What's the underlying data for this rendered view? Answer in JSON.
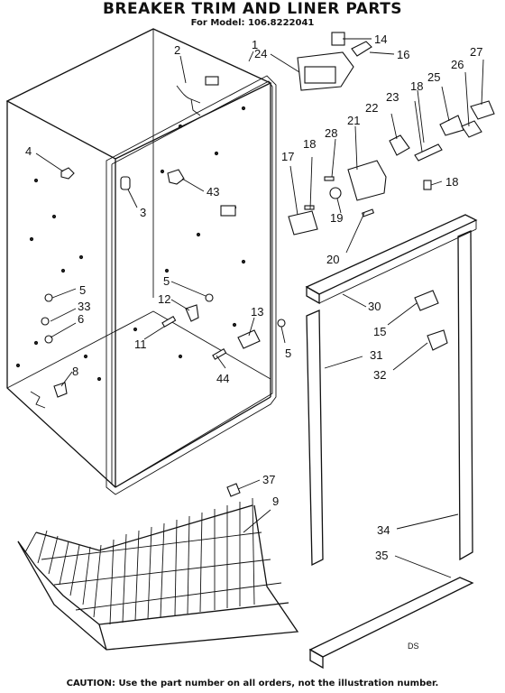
{
  "header": {
    "title": "BREAKER TRIM AND LINER PARTS",
    "subtitle": "For Model: 106.8222041"
  },
  "footer": {
    "caution": "CAUTION: Use the part number on all orders, not the illustration number.",
    "code": "DS"
  },
  "callouts": {
    "c1": "1",
    "c2": "2",
    "c3": "3",
    "c4": "4",
    "c5a": "5",
    "c5b": "5",
    "c5c": "5",
    "c6": "6",
    "c8": "8",
    "c9": "9",
    "c11": "11",
    "c12": "12",
    "c13": "13",
    "c14": "14",
    "c15": "15",
    "c16": "16",
    "c17": "17",
    "c18a": "18",
    "c18b": "18",
    "c18c": "18",
    "c19": "19",
    "c20": "20",
    "c21": "21",
    "c22": "22",
    "c23": "23",
    "c24": "24",
    "c25": "25",
    "c26": "26",
    "c27": "27",
    "c28": "28",
    "c30": "30",
    "c31": "31",
    "c32": "32",
    "c33": "33",
    "c34": "34",
    "c35": "35",
    "c37": "37",
    "c43": "43",
    "c44": "44"
  }
}
